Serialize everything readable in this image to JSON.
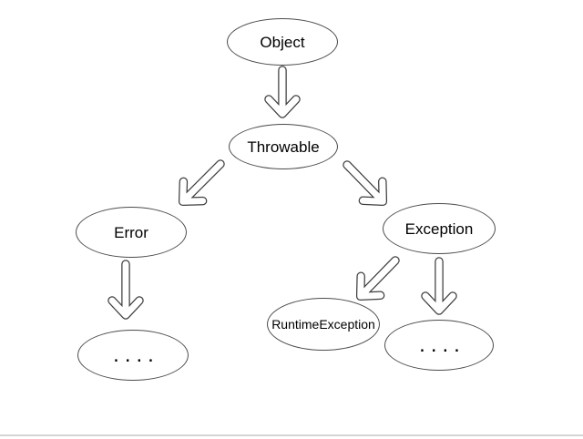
{
  "diagram": {
    "nodes": {
      "object": {
        "label": "Object"
      },
      "throwable": {
        "label": "Throwable"
      },
      "error": {
        "label": "Error"
      },
      "exception": {
        "label": "Exception"
      },
      "runtime_exception": {
        "label": "RuntimeException"
      },
      "error_subclasses": {
        "label": "...."
      },
      "exception_subclasses": {
        "label": "...."
      }
    },
    "edges": [
      {
        "from": "Object",
        "to": "Throwable"
      },
      {
        "from": "Throwable",
        "to": "Error"
      },
      {
        "from": "Throwable",
        "to": "Exception"
      },
      {
        "from": "Error",
        "to": "...."
      },
      {
        "from": "Exception",
        "to": "RuntimeException"
      },
      {
        "from": "Exception",
        "to": "...."
      }
    ],
    "colors": {
      "background": "#ffffff",
      "node_fill": "#ffffff",
      "stroke": "#4c4c4c",
      "arrow_outline": "#3f3f3f",
      "text": "#000000",
      "bottom_rule": "#d4d4d4"
    }
  }
}
